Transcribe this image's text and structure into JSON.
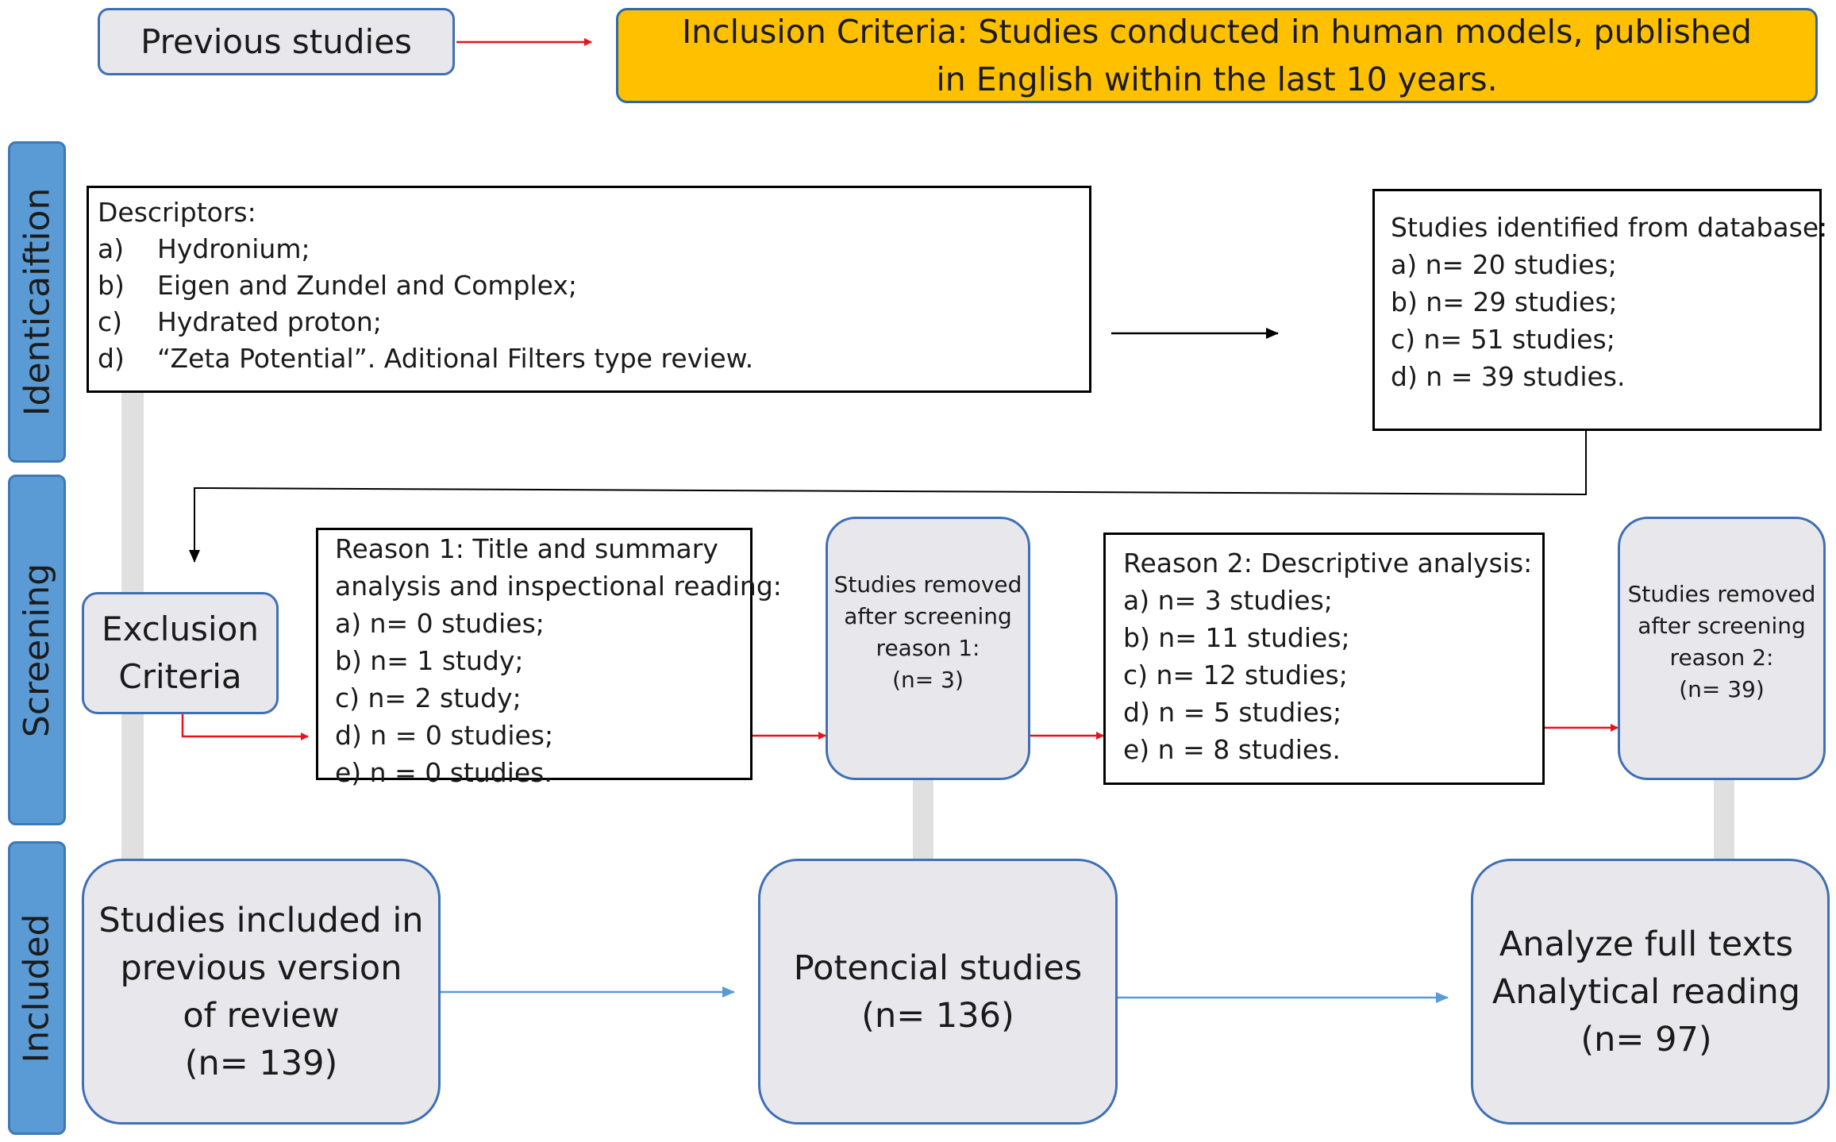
{
  "header": {
    "previous_studies": "Previous studies",
    "inclusion_criteria": "Inclusion Criteria: Studies conducted in human models, published in English within the last 10 years."
  },
  "phases": {
    "identification": "Identicaiftion",
    "screening": "Screening",
    "included": "Included"
  },
  "descriptors": {
    "title": "Descriptors:",
    "items": [
      {
        "label": "a)",
        "text": "Hydronium;"
      },
      {
        "label": "b)",
        "text": "Eigen and Zundel and Complex;"
      },
      {
        "label": "c)",
        "text": "Hydrated proton;"
      },
      {
        "label": "d)",
        "text": "“Zeta Potential”. Aditional Filters type review."
      }
    ]
  },
  "identified": {
    "title": "Studies identified from database:",
    "items": [
      "a) n=  20 studies;",
      "b) n= 29 studies;",
      "c) n= 51 studies;",
      "d) n = 39 studies."
    ]
  },
  "exclusion": {
    "line1": "Exclusion",
    "line2": "Criteria"
  },
  "reason1": {
    "title_line1": "Reason 1: Title and summary",
    "title_line2": "analysis and inspectional reading:",
    "items": [
      "a) n=  0 studies;",
      "b) n= 1 study;",
      "c) n= 2 study;",
      "d) n = 0 studies;",
      "e) n = 0 studies."
    ]
  },
  "removed1": {
    "line1": "Studies removed",
    "line2": "after screening",
    "line3": "reason 1:",
    "line4": "(n= 3)"
  },
  "reason2": {
    "title": "Reason 2: Descriptive analysis:",
    "items": [
      "a) n=  3 studies;",
      "b) n= 11 studies;",
      "c) n= 12 studies;",
      "d) n = 5 studies;",
      "e) n = 8 studies."
    ]
  },
  "removed2": {
    "line1": "Studies removed",
    "line2": "after screening",
    "line3": "reason 2:",
    "line4": "(n= 39)"
  },
  "included_previous": {
    "line1": "Studies included in",
    "line2": "previous version",
    "line3": "of review",
    "line4": "(n= 139)"
  },
  "potential": {
    "line1": "Potencial studies",
    "line2": "(n= 136)"
  },
  "analyze": {
    "line1": "Analyze full texts",
    "line2": "Analytical reading",
    "line3": "(n= 97)"
  },
  "colors": {
    "inclusion_fill": "#ffc000",
    "phase_tab": "#5b9bd5",
    "grey_box": "#e8e8ec",
    "red_arrow": "#e8141b",
    "blue_arrow": "#5b9bd5"
  }
}
